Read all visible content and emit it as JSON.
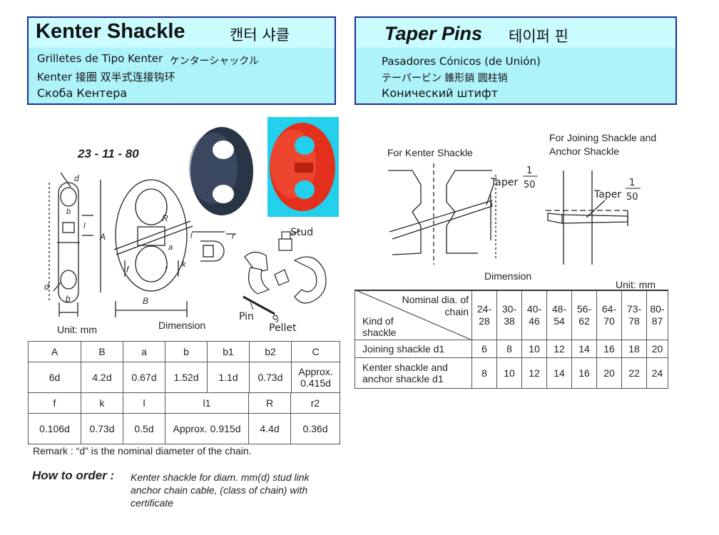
{
  "kenter": {
    "title": "Kenter Shackle",
    "title_ko": "캔터 샤클",
    "line1_es": "Grilletes de Tipo Kenter",
    "line1_ja": "ケンターシャックル",
    "line2": "Kenter 接圈  双半式连接钩环",
    "line3": "Скоба Кентера",
    "drawing_code": "23 - 11 - 80",
    "parts": {
      "stud": "Stud",
      "pin": "Pin",
      "pellet": "Pellet"
    },
    "unit": "Unit: mm",
    "dimension": "Dimension",
    "table1": {
      "headers": [
        "A",
        "B",
        "a",
        "b",
        "b1",
        "b2",
        "C"
      ],
      "values": [
        "6d",
        "4.2d",
        "0.67d",
        "1.52d",
        "1.1d",
        "0.73d",
        "Approx. 0.415d"
      ]
    },
    "table2": {
      "headers": [
        "f",
        "k",
        "l",
        "l1",
        "R",
        "r2"
      ],
      "values": [
        "0.106d",
        "0.73d",
        "0.5d",
        "Approx. 0.915d",
        "4.4d",
        "0.36d"
      ]
    },
    "remark": "Remark :  “d”  is the nominal diameter of the chain.",
    "how_label": "How to order :",
    "how_text": "Kenter shackle for diam. mm(d) stud link anchor chain cable, (class of chain) with certificate",
    "photo_colors": {
      "black": "#2a3447",
      "red": "#e3301c",
      "cyan_bg": "#22d0ee"
    }
  },
  "taper": {
    "title": "Taper Pins",
    "title_ko": "테이퍼 핀",
    "line1": "Pasadores Cónicos (de Unión)",
    "line2": "テーパービン     錐形銷  圆柱销",
    "line3": "Конический штифт",
    "caption_left": "For Kenter Shackle",
    "caption_right": "For Joining Shackle and Anchor Shackle",
    "taper_label": "Taper",
    "taper_num": "1",
    "taper_den": "50",
    "dimension": "Dimension",
    "unit": "Unit: mm",
    "table": {
      "corner_top": "Nominal dia. of chain",
      "corner_bottom": "Kind of shackle",
      "cols": [
        "24-28",
        "30-38",
        "40-46",
        "48-54",
        "56-62",
        "64-70",
        "73-78",
        "80-87"
      ],
      "rows": [
        {
          "label": "Joining shackle d1",
          "values": [
            "6",
            "8",
            "10",
            "12",
            "14",
            "16",
            "18",
            "20"
          ]
        },
        {
          "label": "Kenter shackle and anchor shackle d1",
          "values": [
            "8",
            "10",
            "12",
            "14",
            "16",
            "20",
            "22",
            "24"
          ]
        }
      ]
    }
  }
}
